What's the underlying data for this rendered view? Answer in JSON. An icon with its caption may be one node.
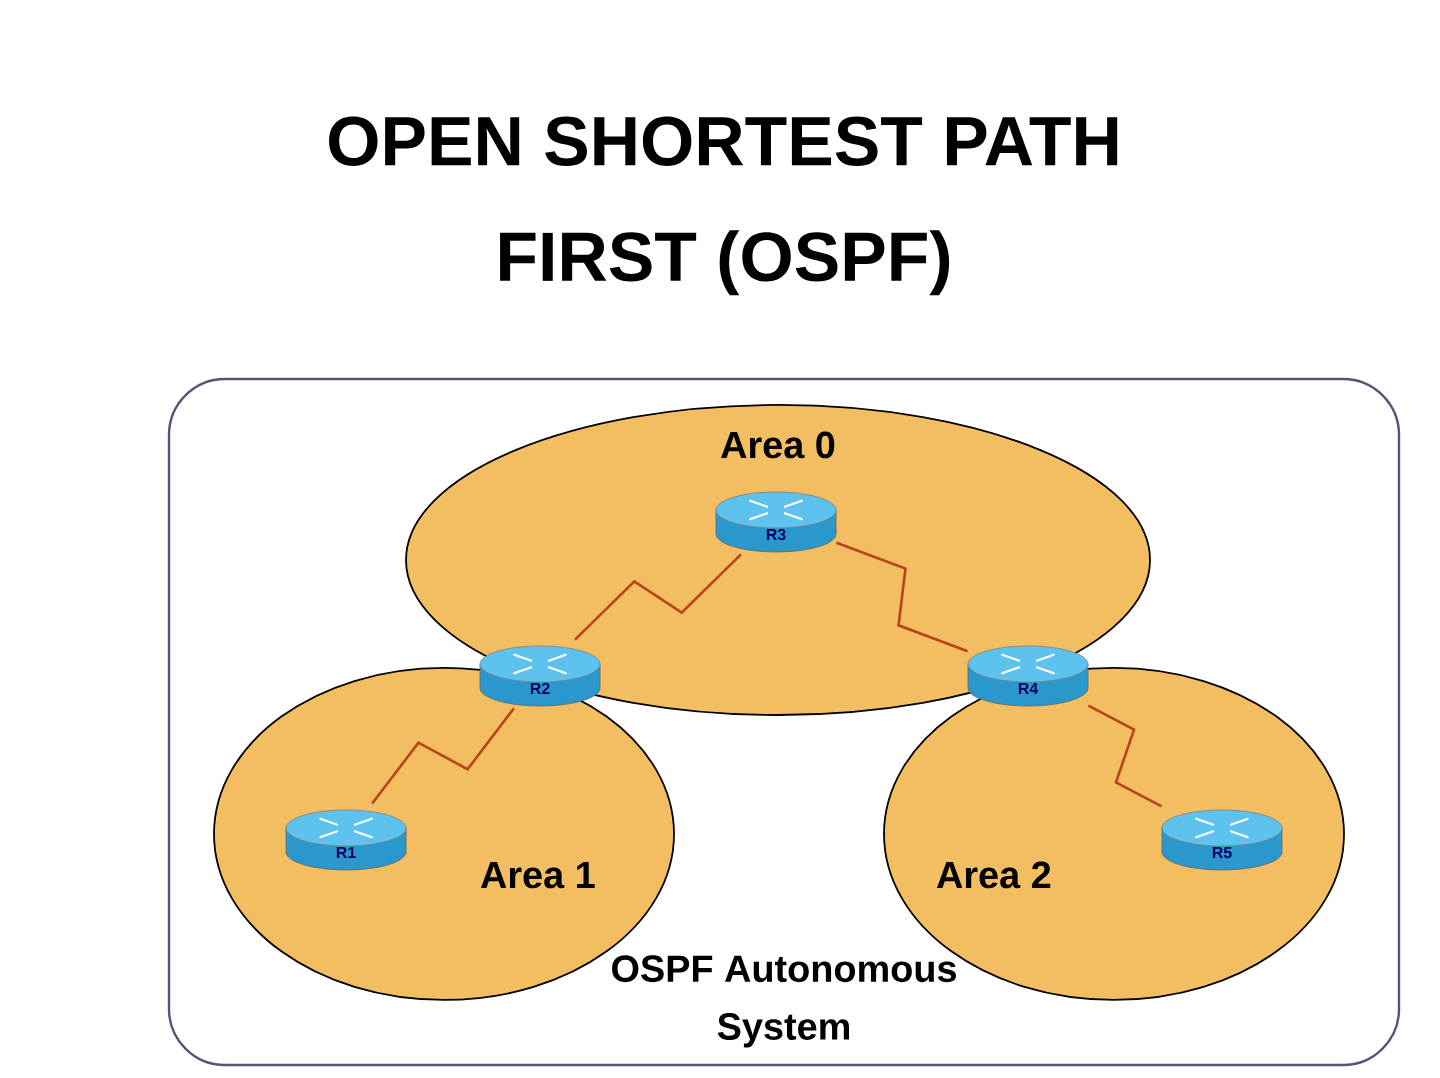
{
  "diagram": {
    "title": "OPEN SHORTEST PATH FIRST (OSPF)",
    "nodes": [
      {
        "text": [
          "OSPF Autonomous System"
        ]
      },
      {
        "text": [
          "Area 0"
        ],
        "in": 0
      },
      {
        "text": [
          "R3"
        ],
        "in": 1
      },
      {
        "text": [
          "R2"
        ],
        "in": 5
      },
      {
        "text": [
          "R4"
        ],
        "in": 7
      },
      {
        "text": [
          "Area 1"
        ],
        "in": 0
      },
      {
        "text": [
          "R1"
        ],
        "in": 5
      },
      {
        "text": [
          "Area 2"
        ],
        "in": 0
      },
      {
        "text": [
          "R5"
        ],
        "in": 7
      }
    ],
    "edges": [
      {
        "from": 3,
        "to": 2,
        "arrow": "none"
      },
      {
        "from": 2,
        "to": 4,
        "arrow": "none"
      },
      {
        "from": 3,
        "to": 6,
        "arrow": "none"
      },
      {
        "from": 4,
        "to": 8,
        "arrow": "none"
      }
    ]
  }
}
